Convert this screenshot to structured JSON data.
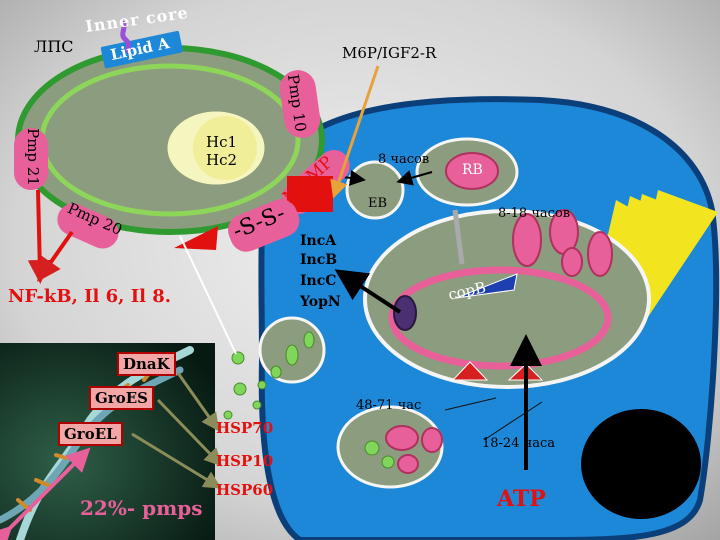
{
  "bacterium": {
    "lps_label": "ЛПС",
    "inner_core": "Inner core",
    "lipid_a": "Lipid A",
    "pmp10": "Pmp 10",
    "pmp21": "Pmp 21",
    "pmp20": "Pmp 20",
    "hc1": "Hc1",
    "hc2": "Hc2",
    "momp": "MOMP",
    "disulfide": "-S-S-"
  },
  "host": {
    "receptor": "M6P/IGF2-R",
    "time_8h": "8 часов",
    "rb": "RB",
    "eb": "EB",
    "time_8_18h": "8-18 часов",
    "copb": "copB",
    "inc_a": "IncA",
    "inc_b": "IncB",
    "inc_c": "IncC",
    "yopn": "YopN",
    "time_48_71h": "48-71 час",
    "time_18_24h": "18-24 часа",
    "atp": "ATP"
  },
  "cytokines": "NF-kB, Il 6, Il 8.",
  "hsp": {
    "dnak": "DnaK",
    "groes": "GroES",
    "groel": "GroEL",
    "hsp70": "HSP70",
    "hsp10": "HSP10",
    "hsp60": "HSP60",
    "pmps_percent": "22%- pmps"
  }
}
